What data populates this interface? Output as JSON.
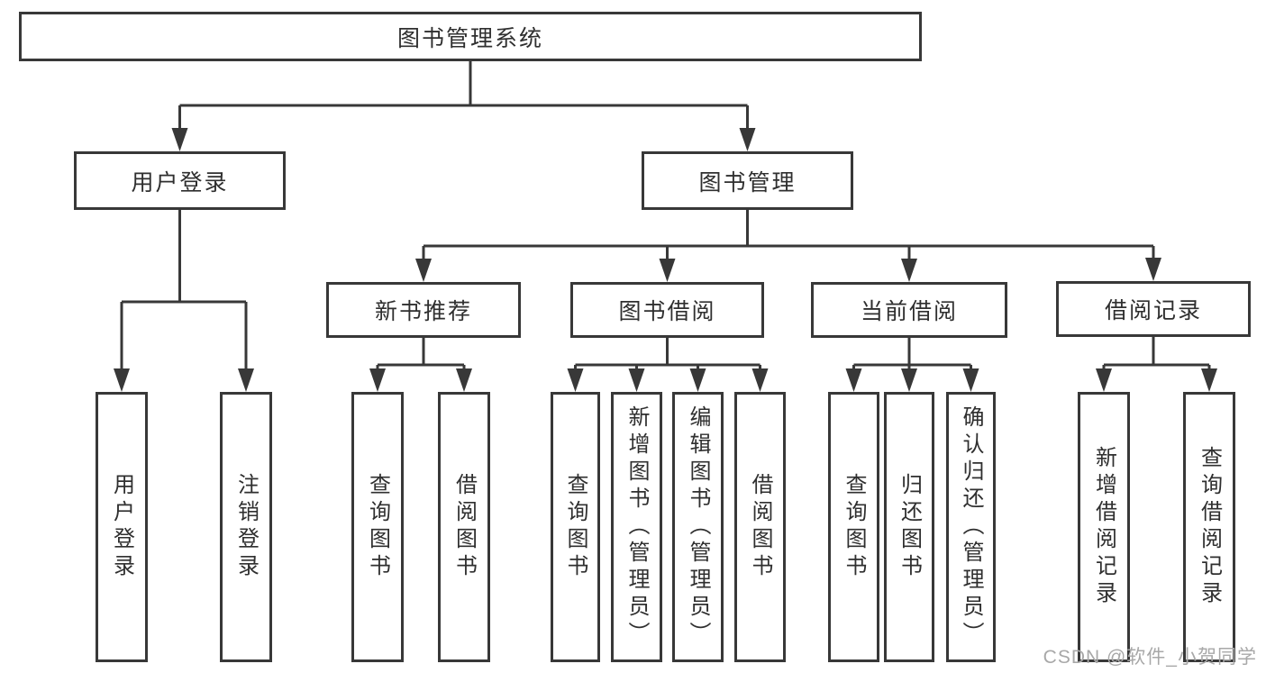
{
  "diagram_type": "hierarchy-tree",
  "tree": {
    "id": "root",
    "label": "图书管理系统",
    "children": [
      {
        "id": "user-login",
        "label": "用户登录",
        "children": [
          {
            "id": "leaf-user-login",
            "label": "用户登录"
          },
          {
            "id": "leaf-logout",
            "label": "注销登录"
          }
        ]
      },
      {
        "id": "book-mgmt",
        "label": "图书管理",
        "children": [
          {
            "id": "new-book",
            "label": "新书推荐",
            "children": [
              {
                "id": "nb-query",
                "label": "查询图书"
              },
              {
                "id": "nb-borrow",
                "label": "借阅图书"
              }
            ]
          },
          {
            "id": "book-borrow",
            "label": "图书借阅",
            "children": [
              {
                "id": "bb-query",
                "label": "查询图书"
              },
              {
                "id": "bb-add",
                "label": "新增图书（管理员）"
              },
              {
                "id": "bb-edit",
                "label": "编辑图书（管理员）"
              },
              {
                "id": "bb-borrow",
                "label": "借阅图书"
              }
            ]
          },
          {
            "id": "current-borrow",
            "label": "当前借阅",
            "children": [
              {
                "id": "cb-query",
                "label": "查询图书"
              },
              {
                "id": "cb-return",
                "label": "归还图书"
              },
              {
                "id": "cb-confirm",
                "label": "确认归还（管理员）"
              }
            ]
          },
          {
            "id": "borrow-record",
            "label": "借阅记录",
            "children": [
              {
                "id": "br-add",
                "label": "新增借阅记录"
              },
              {
                "id": "br-query",
                "label": "查询借阅记录"
              }
            ]
          }
        ]
      }
    ]
  },
  "watermark": {
    "text": "CSDN @软件_小贺同学"
  },
  "colors": {
    "line": "#383838",
    "box_border": "#383838",
    "box_bg": "#ffffff",
    "text": "#2f2f2f",
    "watermark": "#a8a8a8"
  }
}
